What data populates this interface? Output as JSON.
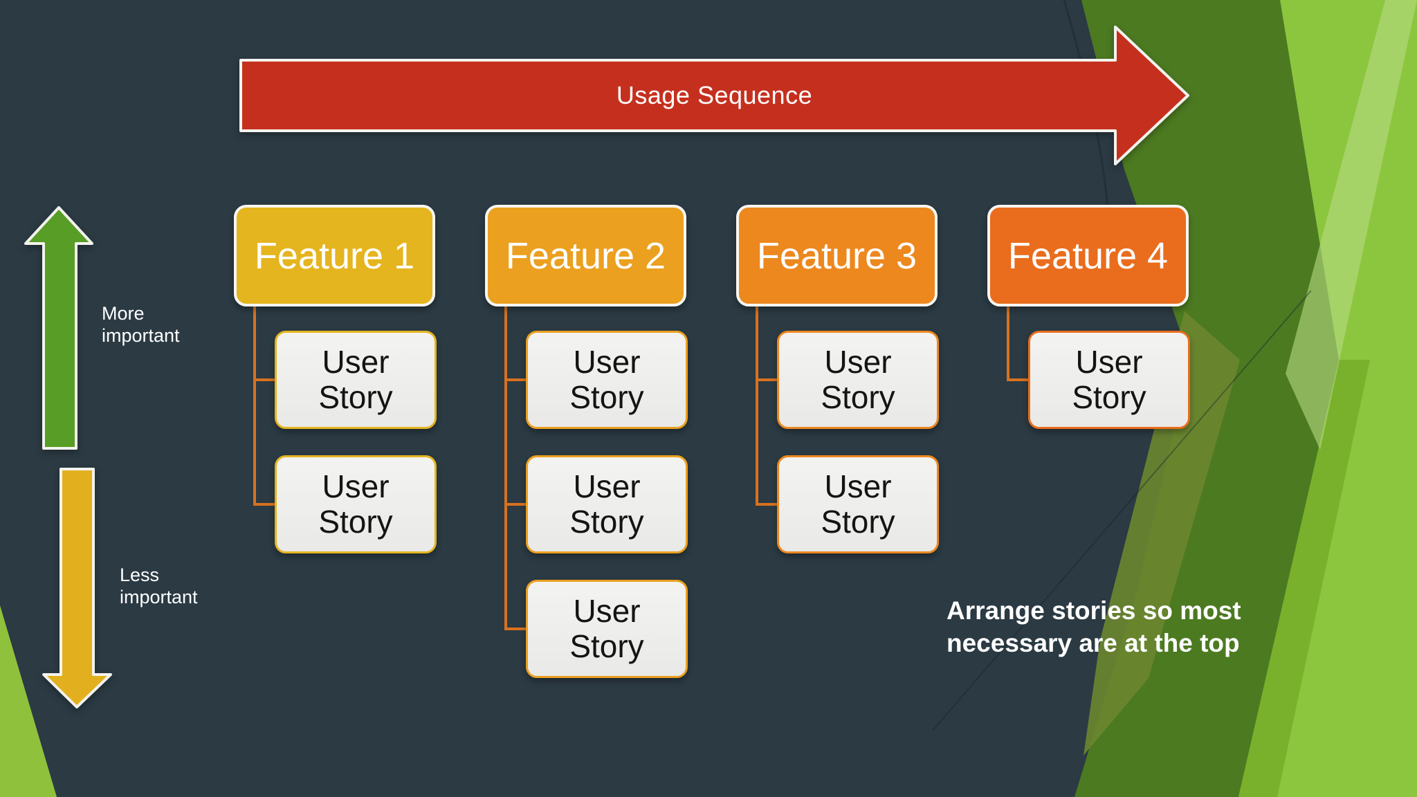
{
  "usage_arrow": {
    "label": "Usage Sequence"
  },
  "importance": {
    "more": "More important",
    "less": "Less important"
  },
  "features": [
    {
      "label": "Feature 1",
      "color": "#e5b51f",
      "stories": [
        "User Story",
        "User Story"
      ]
    },
    {
      "label": "Feature 2",
      "color": "#eba01f",
      "stories": [
        "User Story",
        "User Story",
        "User Story"
      ]
    },
    {
      "label": "Feature 3",
      "color": "#ec881e",
      "stories": [
        "User Story",
        "User Story"
      ]
    },
    {
      "label": "Feature 4",
      "color": "#e96d1d",
      "stories": [
        "User Story"
      ]
    }
  ],
  "annotation": {
    "text": "Arrange stories so most necessary are at the top"
  },
  "colors": {
    "background": "#2b3a43",
    "red_arrow": "#c5301e",
    "green_arrow": "#579d26",
    "yellow_arrow": "#e2b01e",
    "connector": "#d9711f",
    "facet_dark": "#4c7a21",
    "facet_bright": "#79b12d",
    "facet_light": "#8cc63f",
    "facet_pale": "#b7dc82",
    "facet_olive": "#6a8530",
    "corner_wedge": "#8fc13c"
  }
}
